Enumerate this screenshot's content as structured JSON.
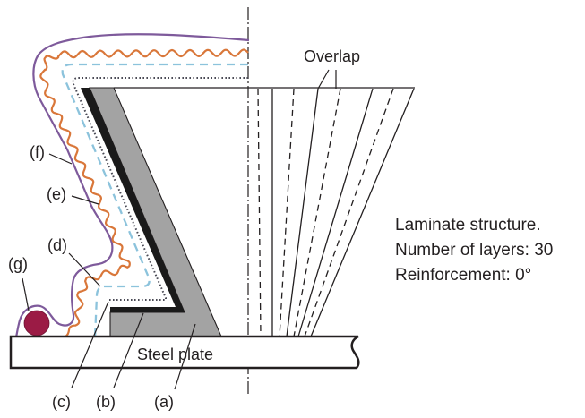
{
  "figure": {
    "labels": {
      "a": "(a)",
      "b": "(b)",
      "c": "(c)",
      "d": "(d)",
      "e": "(e)",
      "f": "(f)",
      "g": "(g)"
    },
    "steel_plate_label": "Steel plate",
    "overlap_label": "Overlap",
    "info": {
      "line1": "Laminate structure.",
      "line2": "Number of layers: 30",
      "line3": "Reinforcement: 0°"
    },
    "laminate": {
      "number_of_layers": 30,
      "reinforcement_deg": 0
    }
  },
  "colors": {
    "core_gray": "#a3a3a3",
    "band_black": "#1a1a1a",
    "dotted_layer": "#4a4a55",
    "dashed_layer": "#8cc3dc",
    "wavy_layer": "#d9773a",
    "outer_layer": "#7e5a9b",
    "seal_ball": "#9b1b45",
    "ink": "#231f20"
  }
}
